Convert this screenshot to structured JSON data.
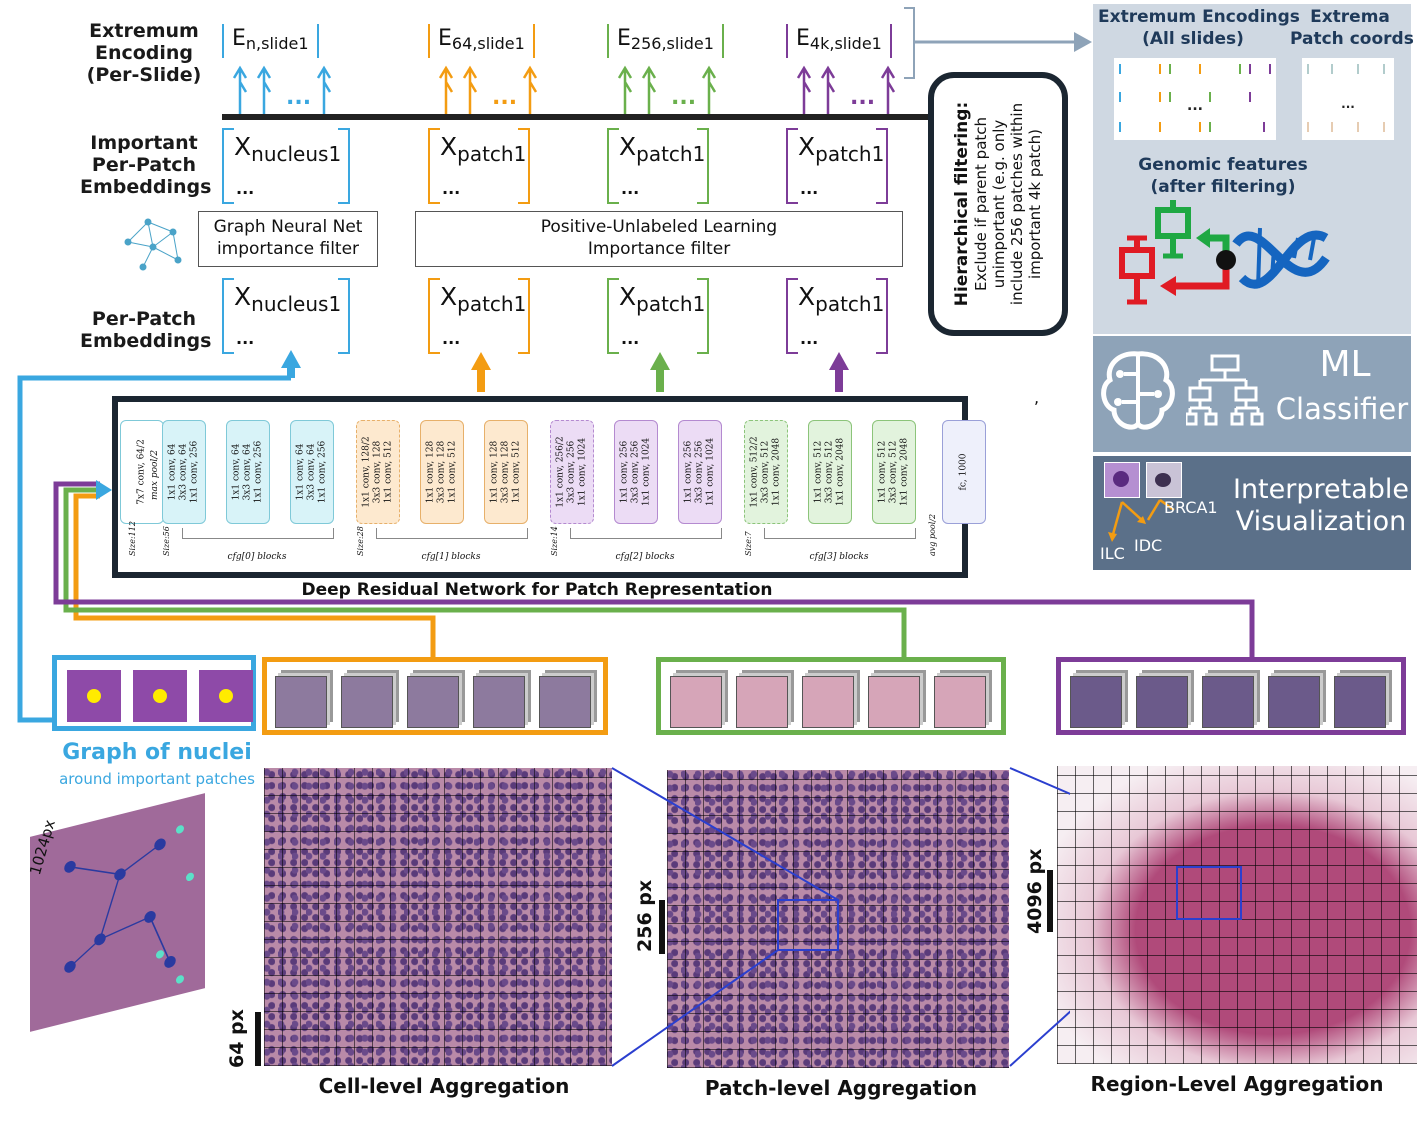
{
  "row_labels": {
    "extremum": "Extremum\nEncoding\n(Per-Slide)",
    "important": "Important\nPer-Patch\nEmbeddings",
    "perpatch": "Per-Patch\nEmbeddings"
  },
  "encodings": [
    {
      "base": "E",
      "sub": "n,slide1",
      "color": "#3aa7e0"
    },
    {
      "base": "E",
      "sub": "64,slide1",
      "color": "#f39c12"
    },
    {
      "base": "E",
      "sub": "256,slide1",
      "color": "#6ab04c"
    },
    {
      "base": "E",
      "sub": "4k,slide1",
      "color": "#7d3c98"
    }
  ],
  "important_embeddings": [
    {
      "base": "X",
      "sub": "nucleus1",
      "dots": "...",
      "color": "#3aa7e0"
    },
    {
      "base": "X",
      "sub": "patch1",
      "dots": "...",
      "color": "#f39c12"
    },
    {
      "base": "X",
      "sub": "patch1",
      "dots": "...",
      "color": "#6ab04c"
    },
    {
      "base": "X",
      "sub": "patch1",
      "dots": "...",
      "color": "#7d3c98"
    }
  ],
  "perpatch_embeddings": [
    {
      "base": "X",
      "sub": "nucleus1",
      "dots": "...",
      "color": "#3aa7e0"
    },
    {
      "base": "X",
      "sub": "patch1",
      "dots": "...",
      "color": "#f39c12"
    },
    {
      "base": "X",
      "sub": "patch1",
      "dots": "...",
      "color": "#6ab04c"
    },
    {
      "base": "X",
      "sub": "patch1",
      "dots": "...",
      "color": "#7d3c98"
    }
  ],
  "filters": {
    "gnn": "Graph Neural Net\nimportance filter",
    "pu": "Positive-Unlabeled Learning\nImportance filter"
  },
  "hier_filter": {
    "title": "Hierarchical filtering:",
    "body": "Exclude if parent patch\nunimportant (e.g. only\ninclude 256 patches within\nimportant 4k patch)"
  },
  "side": {
    "enc_title": "Extremum Encodings\n(All slides)",
    "coords_title": "Extrema\nPatch coords",
    "genomic": "Genomic features\n(after filtering)",
    "ml": "ML",
    "classifier": "Classifier",
    "viz": "Interpretable\nVisualization",
    "brca": "BRCA1",
    "ilc": "ILC",
    "idc": "IDC",
    "ellipsis": "..."
  },
  "resnet": {
    "caption": "Deep Residual Network for Patch Representation",
    "stem1": "7x7 conv, 64/2",
    "stem2": "max pool/2",
    "size112": "Size:112",
    "size56": "Size:56",
    "size28": "Size:28",
    "size14": "Size:14",
    "size7": "Size:7",
    "avgpool": "avg pool/2",
    "fc": "fc, 1000",
    "groups": [
      {
        "label": "cfg[0] blocks",
        "color": "#d8f3f8",
        "border": "#7fc9d8",
        "blocks": [
          "1x1 conv, 64\n3x3 conv, 64\n1x1 conv, 256",
          "1x1 conv, 64\n3x3 conv, 64\n1x1 conv, 256",
          "1x1 conv, 64\n3x3 conv, 64\n1x1 conv, 256"
        ]
      },
      {
        "label": "cfg[1] blocks",
        "color": "#fde9cf",
        "border": "#e7b06a",
        "blocks": [
          "1x1 conv, 128/2\n3x3 conv, 128\n1x1 conv, 512",
          "1x1 conv, 128\n3x3 conv, 128\n1x1 conv, 512",
          "1x1 conv, 128\n3x3 conv, 128\n1x1 conv, 512"
        ]
      },
      {
        "label": "cfg[2] blocks",
        "color": "#ecdcf5",
        "border": "#b48ad0",
        "blocks": [
          "1x1 conv, 256/2\n3x3 conv, 256\n1x1 conv, 1024",
          "1x1 conv, 256\n3x3 conv, 256\n1x1 conv, 1024",
          "1x1 conv, 256\n3x3 conv, 256\n1x1 conv, 1024"
        ]
      },
      {
        "label": "cfg[3] blocks",
        "color": "#e2f3dd",
        "border": "#8cc47a",
        "blocks": [
          "1x1 conv, 512/2\n3x3 conv, 512\n1x1 conv, 2048",
          "1x1 conv, 512\n3x3 conv, 512\n1x1 conv, 2048",
          "1x1 conv, 512\n3x3 conv, 512\n1x1 conv, 2048"
        ]
      }
    ]
  },
  "graph_nuclei": {
    "title": "Graph of nuclei",
    "subtitle": "around important patches",
    "size": "1024px"
  },
  "aggregation": {
    "cell": "Cell-level Aggregation",
    "patch": "Patch-level Aggregation",
    "region": "Region-Level Aggregation",
    "scale64": "64 px",
    "scale256": "256 px",
    "scale4096": "4096 px"
  },
  "colors": {
    "blue": "#3aa7e0",
    "orange": "#f39c12",
    "green": "#6ab04c",
    "purple": "#7d3c98",
    "panel": "#8ea3b8",
    "panel_dark": "#5b7089"
  }
}
